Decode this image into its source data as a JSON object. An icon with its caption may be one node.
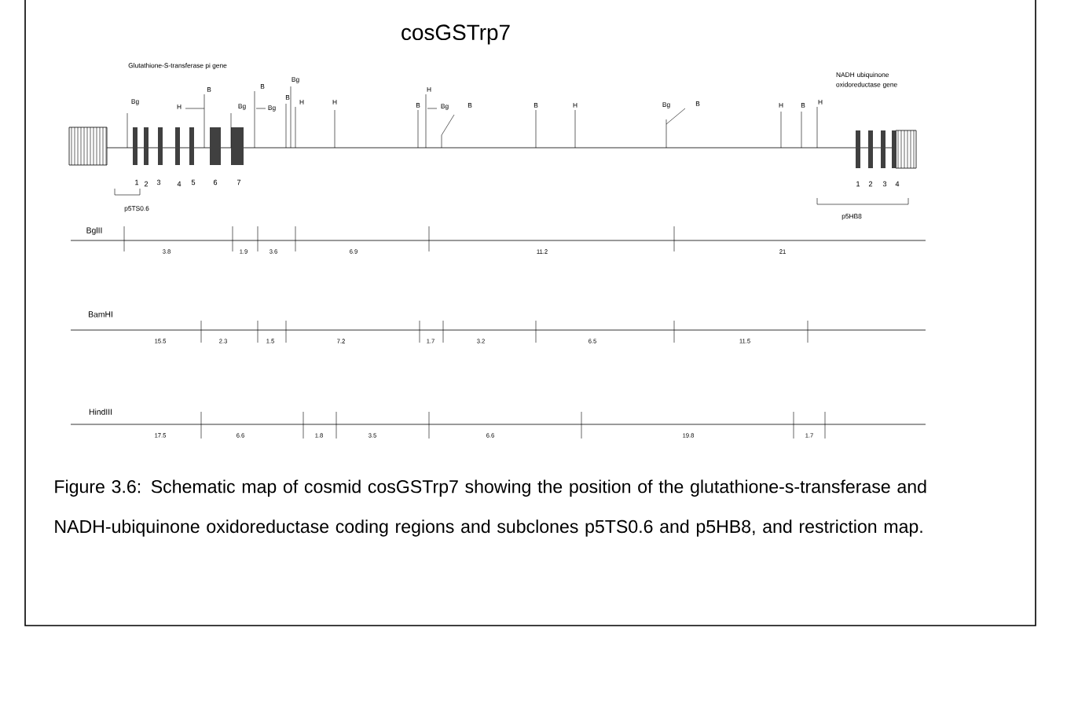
{
  "diagram": {
    "title": "cosGSTrp7",
    "caption": "Figure 3.6: Schematic map of cosmid cosGSTrp7 showing the position of the glutathione-s-transferase and NADH-ubiquinone oxidoreductase coding regions and subclones p5TS0.6 and p5HB8, and restriction map.",
    "labels": [
      "Glutathione-S-transferase pi gene",
      "NADH ubiquinone oxidoreductase gene",
      "Bg",
      "H",
      "B",
      "Bg",
      "B",
      "Bg",
      "Bg",
      "B",
      "H",
      "H",
      "B",
      "H",
      "Bg",
      "B",
      "B",
      "H",
      "Bg",
      "B",
      "H",
      "B",
      "H",
      "1",
      "2",
      "3",
      "4",
      "5",
      "6",
      "7",
      "1",
      "2",
      "3",
      "4",
      "p5TS0.6",
      "p5HB8",
      "BglII",
      "3.8",
      "1.9",
      "3.6",
      "6.9",
      "11.2",
      "21",
      "BamHI",
      "15.5",
      "2.3",
      "1.5",
      "7.2",
      "1.7",
      "3.2",
      "6.5",
      "11.5",
      "HindIII",
      "17.5",
      "6.6",
      "1.8",
      "3.5",
      "6.6",
      "19.8",
      "1.7"
    ]
  }
}
